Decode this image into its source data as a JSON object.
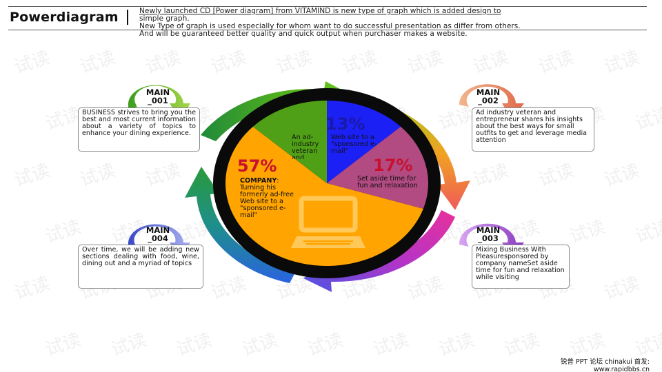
{
  "header": {
    "title": "Powerdiagram",
    "desc_line1": "Newly launched CD [Power diagram] from VITAMIND is new type of graph which is added design to",
    "desc_line2": "simple graph.",
    "desc_line3": "New Type of graph is used especially for whom want to do successful presentation as differ from others.",
    "desc_line4": "And will be guaranteed better quality and quick output when purchaser makes a website."
  },
  "callouts": [
    {
      "label": "MAIN _001",
      "text": "BUSINESS strives to bring you the best and most current information about a variety of topics to enhance your dining experience.",
      "arrow_color": "#7ab82e"
    },
    {
      "label": "MAIN _002",
      "text": "Ad industry veteran and entrepreneur shares his insights about the best ways for small outfits to get and leverage media attention",
      "arrow_color": "#e58a5a"
    },
    {
      "label": "MAIN _003",
      "text": "Mixing Business With Pleasuresponsored by company nameSet aside time for fun and relaxation while visiting",
      "arrow_color": "#a45ad0"
    },
    {
      "label": "MAIN _004",
      "text": "Over time, we will be adding new sections dealing with food, wine, dining out and a myriad of topics",
      "arrow_color": "#6b6fd8"
    }
  ],
  "pie": {
    "segments": [
      {
        "percent": "57%",
        "value": 57,
        "color": "#ffa400",
        "label_bold": "COMPANY",
        "label_rest": ": Turning his formerly ad-free Web site to a \"sponsored e-mail\""
      },
      {
        "percent": "13%",
        "value": 13,
        "color": "#1b20f5",
        "label": "Web site to a \"sponsored e-mail\""
      },
      {
        "percent": "17%",
        "value": 17,
        "color": "#b14b82",
        "label": "Set aside time for fun and relaxation"
      },
      {
        "percent": "",
        "value": 13,
        "color": "#4fa016",
        "label": "An ad-industry veteran and"
      }
    ],
    "center_icon": "laptop-icon"
  },
  "watermark_text": "试读",
  "footer": {
    "line1": "锐普 PPT 论坛 chinakui 首发:",
    "line2": "www.rapidbbs.cn"
  }
}
